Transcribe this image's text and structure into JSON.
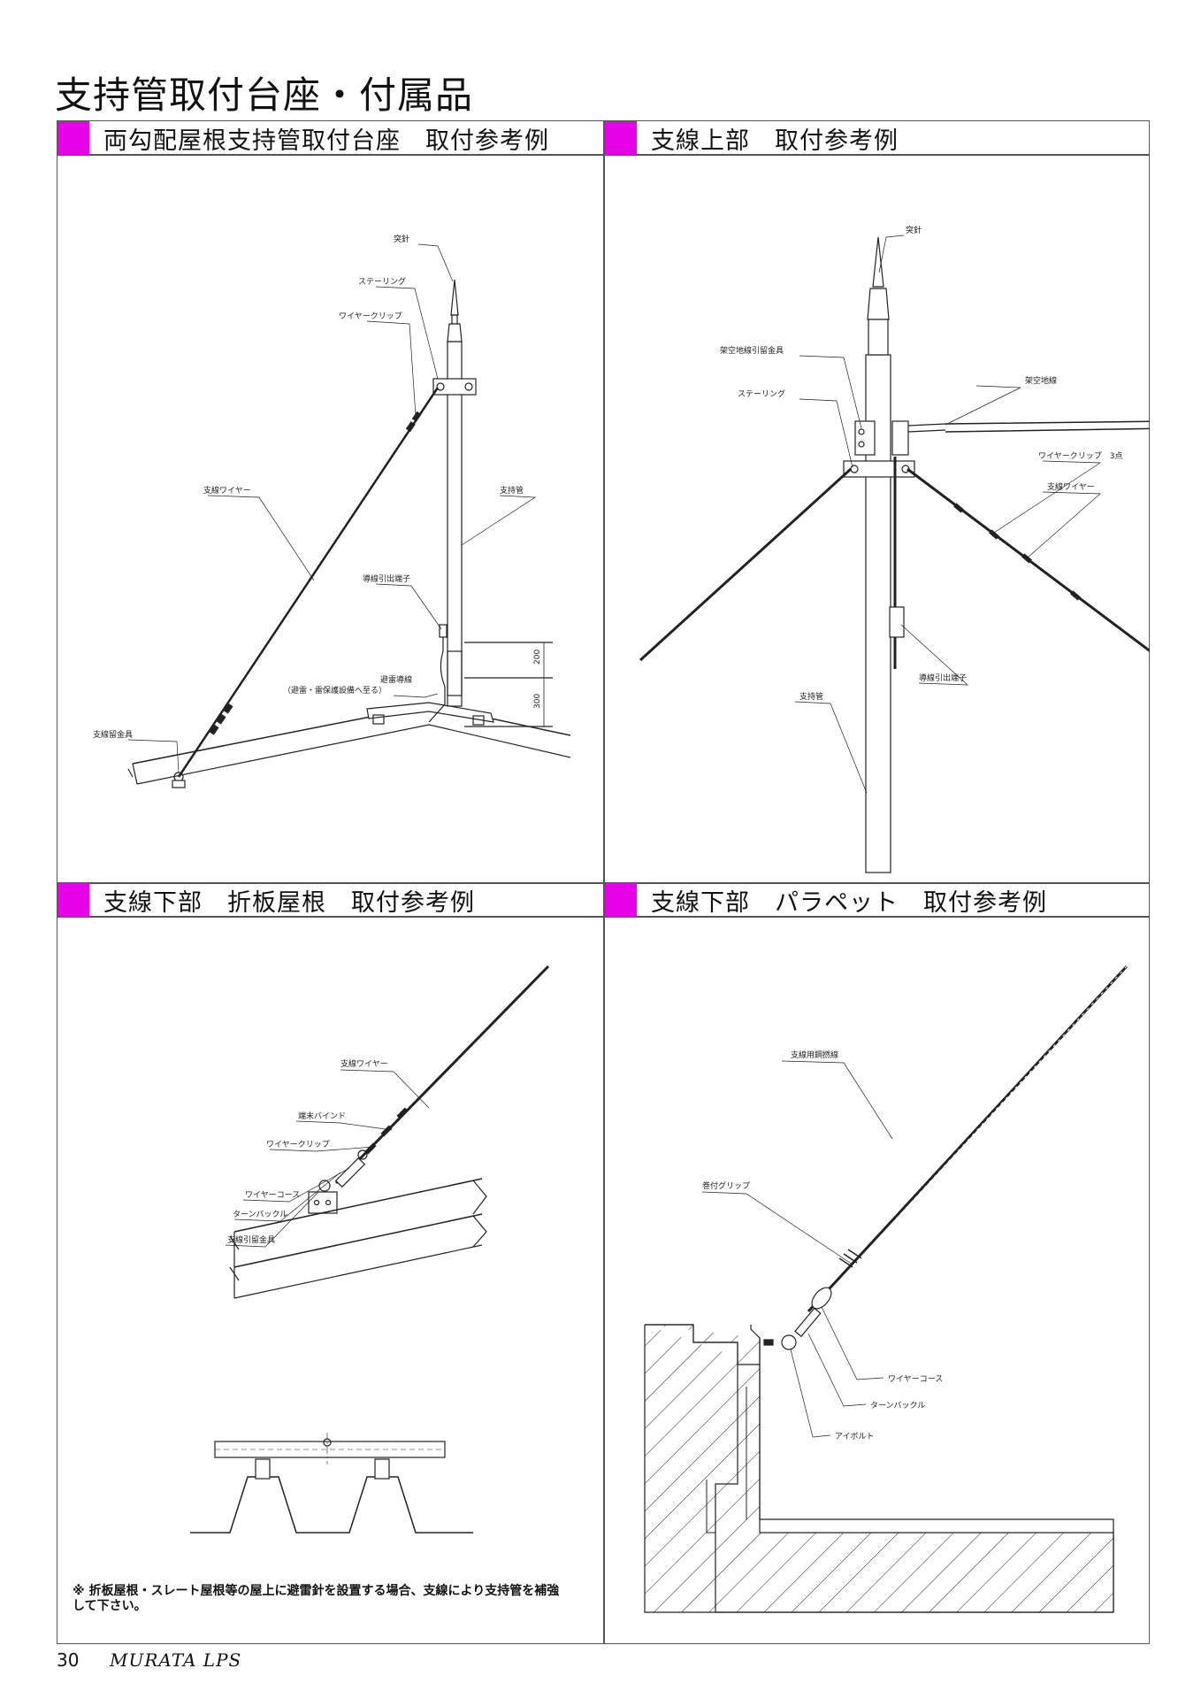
{
  "page": {
    "title": "支持管取付台座・付属品",
    "page_number": "30",
    "brand": "MURATA LPS",
    "accent_color": "#e600e6"
  },
  "panels": [
    {
      "heading": "両勾配屋根支持管取付台座　取付参考例",
      "labels": {
        "tip": "突針",
        "stay_ring": "ステーリング",
        "wire_clip": "ワイヤークリップ",
        "stay_wire": "支線ワイヤー",
        "support_pipe": "支持管",
        "lead_terminal": "導線引出端子",
        "conductor": "避雷導線",
        "conductor_note": "（避雷・雷保護設備へ至る）",
        "anchor": "支線留金具",
        "dim_200": "200",
        "dim_300": "300"
      }
    },
    {
      "heading": "支線上部　取付参考例",
      "labels": {
        "tip": "突針",
        "overhead_anchor": "架空地線引留金具",
        "overhead_wire": "架空地線",
        "stay_ring": "ステーリング",
        "wire_clip": "ワイヤークリップ　3点",
        "stay_wire": "支線ワイヤー",
        "lead_terminal": "導線引出端子",
        "support_pipe": "支持管"
      }
    },
    {
      "heading": "支線下部　折板屋根　取付参考例",
      "labels": {
        "stay_wire": "支線ワイヤー",
        "end_bind": "端末バインド",
        "wire_clip": "ワイヤークリップ",
        "thimble": "ワイヤーコース",
        "turnbuckle": "ターンバックル",
        "anchor": "支線引留金具"
      }
    },
    {
      "heading": "支線下部　パラペット　取付参考例",
      "labels": {
        "steel_wire": "支線用鋼撚線",
        "grip": "巻付グリップ",
        "thimble": "ワイヤーコース",
        "turnbuckle": "ターンバックル",
        "eyebolt": "アイボルト"
      }
    }
  ],
  "note": "※ 折板屋根・スレート屋根等の屋上に避雷針を設置する場合、支線により支持管を補強して下さい。"
}
